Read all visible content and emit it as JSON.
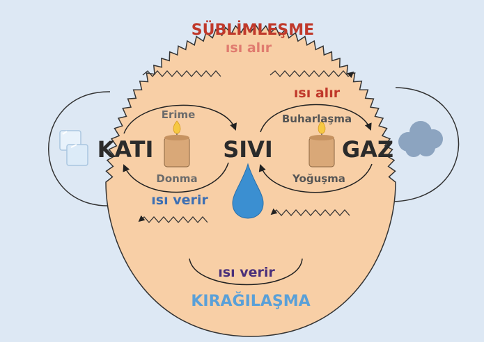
{
  "colors": {
    "background": "#dde8f4",
    "face": "#f8cfa6",
    "outline": "#333333",
    "red_text": "#c0392b",
    "blue_text": "#3d6fb3",
    "light_blue_text": "#5aa0d8",
    "purple_text": "#4a2f7a",
    "gray_text": "#6b6b6b",
    "state_text": "#2b2b2b",
    "candle": "#d9a878",
    "flame": "#f6c842",
    "drop": "#3b8fd1",
    "cloud": "#8ca4c0"
  },
  "labels": {
    "sublimation": "SÜBLİMLEŞME",
    "sublimation_heat": "ısı alır",
    "solid": "KATI",
    "liquid": "SIVI",
    "gas": "GAZ",
    "melting": "Erime",
    "freezing": "Donma",
    "evaporation": "Buharlaşma",
    "condensation": "Yoğuşma",
    "evaporation_heat": "ısı alır",
    "freezing_heat": "ısı verir",
    "deposition_heat": "ısı verir",
    "deposition": "KIRAĞILAŞMA"
  },
  "icons": {
    "ice": "ice-cube-icon",
    "candle_left": "candle-icon",
    "candle_right": "candle-icon",
    "drop": "water-drop-icon",
    "cloud": "cloud-icon"
  }
}
